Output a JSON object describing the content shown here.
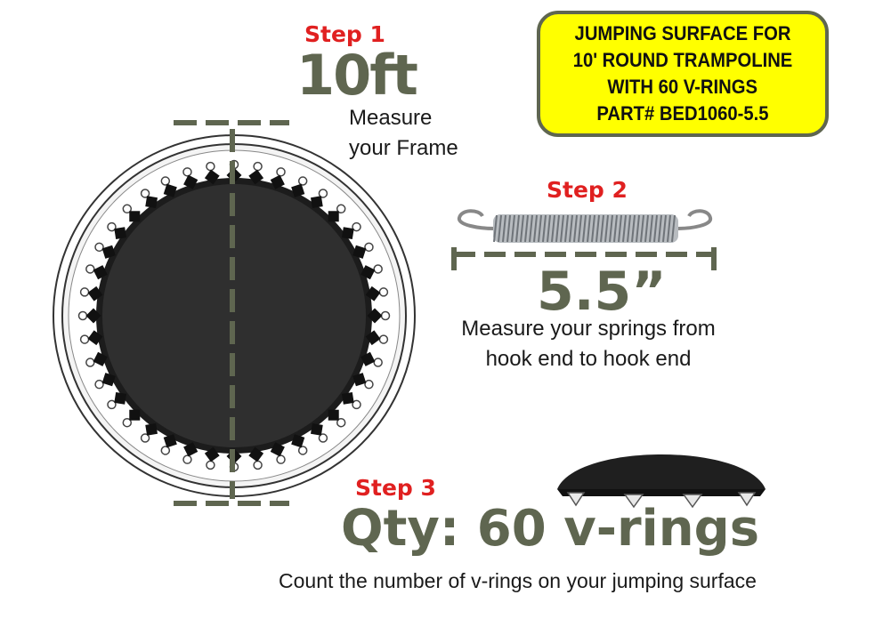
{
  "title_box": {
    "lines": [
      "JUMPING SURFACE FOR",
      "10' ROUND TRAMPOLINE",
      "WITH 60 V-RINGS",
      "PART# BED1060-5.5"
    ]
  },
  "step1": {
    "label": "Step 1",
    "value": "10ft",
    "desc_lines": [
      "Measure",
      "your Frame"
    ]
  },
  "step2": {
    "label": "Step 2",
    "value": "5.5”",
    "desc_lines": [
      "Measure your springs from",
      "hook end to hook end"
    ]
  },
  "step3": {
    "label": "Step 3",
    "value": "Qty: 60 v-rings",
    "desc": "Count the number of v-rings on your jumping surface"
  },
  "colors": {
    "accent_green": "#5f6650",
    "step_red": "#e02020",
    "highlight_yellow": "#ffff00",
    "mat": "#2a2a2a"
  },
  "icons": [
    "trampoline-image",
    "spring-image",
    "v-ring-mat-image"
  ]
}
